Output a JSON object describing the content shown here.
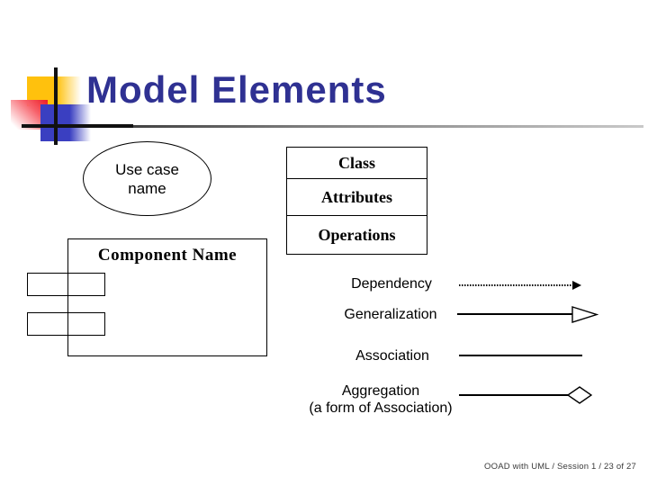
{
  "slide": {
    "title": "Model Elements",
    "footer": "OOAD with UML / Session 1 / 23 of 27",
    "colors": {
      "title_text": "#2f3192",
      "logo_yellow": "#ffc10d",
      "logo_red": "#ec1c24",
      "logo_blue": "#3a3fc1",
      "line_black": "#000000"
    }
  },
  "shapes": {
    "use_case": {
      "line1": "Use case",
      "line2": "name"
    },
    "class_box": {
      "compartments": [
        "Class",
        "Attributes",
        "Operations"
      ]
    },
    "component": {
      "label": "Component Name"
    }
  },
  "relationships": [
    {
      "label": "Dependency",
      "type": "dependency",
      "line_style": "dotted",
      "marker": "solid-arrow"
    },
    {
      "label": "Generalization",
      "type": "generalization",
      "line_style": "solid",
      "marker": "hollow-triangle"
    },
    {
      "label": "Association",
      "type": "association",
      "line_style": "solid",
      "marker": "none"
    },
    {
      "label": "Aggregation",
      "sublabel": "(a form of Association)",
      "type": "aggregation",
      "line_style": "solid",
      "marker": "hollow-diamond"
    }
  ]
}
